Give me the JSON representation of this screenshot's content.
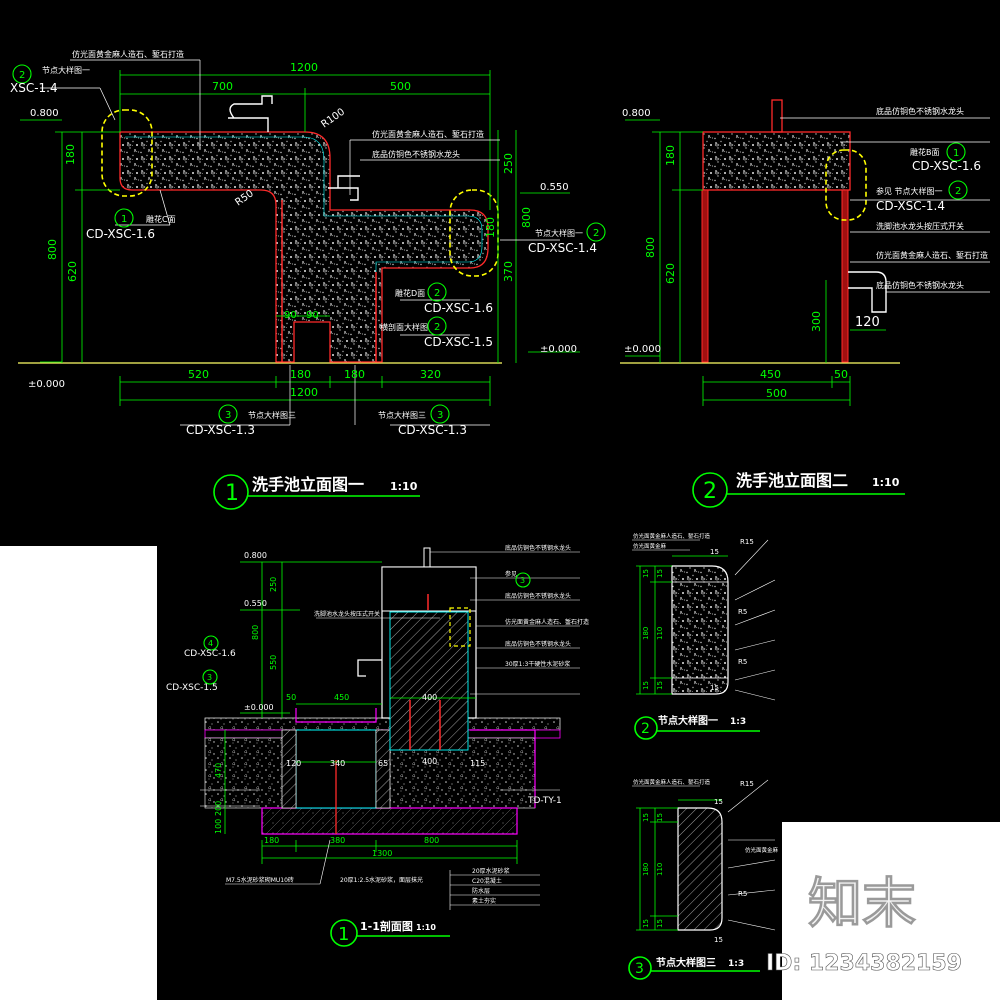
{
  "colors": {
    "background": "#000000",
    "page": "#ffffff",
    "dim": "#00ff00",
    "leader": "#ffffff",
    "pipe": "#ff2a2a",
    "section": "#ff00ff",
    "cyan": "#00ffff"
  },
  "watermark": {
    "logo_text": "知末",
    "id_text": "ID: 1234382159"
  },
  "elevation1": {
    "title": "洗手池立面图一",
    "scale": "1:10",
    "circle_no": "1",
    "dims_top": [
      "1200",
      "700",
      "500"
    ],
    "dims_bottom": [
      "520",
      "180",
      "180",
      "320",
      "1200"
    ],
    "dims_left": [
      "180",
      "800",
      "620"
    ],
    "dims_right": [
      "250",
      "180",
      "370",
      "800"
    ],
    "dims_mid": [
      "90",
      "90"
    ],
    "radius_labels": [
      "R100",
      "R50"
    ],
    "levels": [
      "0.800",
      "0.550",
      "±0.000",
      "±0.000"
    ],
    "notes": [
      "仿光面黄金麻人造石、錾石打造",
      "仿光面黄金麻人造石、錾石打造",
      "底品仿铜色不锈钢水龙头"
    ],
    "refs": [
      {
        "top": "节点大样图一",
        "no": "2",
        "code": "XSC-1.4"
      },
      {
        "top": "雕花C面",
        "no": "1",
        "code": "CD-XSC-1.6"
      },
      {
        "top": "节点大样图一",
        "no": "2",
        "code": "CD-XSC-1.4"
      },
      {
        "top": "雕花D面",
        "no": "2",
        "code": "CD-XSC-1.6"
      },
      {
        "top": "横剖面大样图",
        "no": "2",
        "code": "CD-XSC-1.5"
      },
      {
        "top": "节点大样图三",
        "no": "3",
        "code": "CD-XSC-1.3"
      },
      {
        "top": "节点大样图三",
        "no": "3",
        "code": "CD-XSC-1.3"
      }
    ]
  },
  "elevation2": {
    "title": "洗手池立面图二",
    "scale": "1:10",
    "circle_no": "2",
    "dims": [
      "180",
      "800",
      "620",
      "300",
      "120",
      "450",
      "50",
      "500"
    ],
    "levels": [
      "0.800",
      "±0.000"
    ],
    "notes": [
      "底品仿铜色不锈钢水龙头",
      "仿光面黄金麻人造石、錾石打造",
      "底品仿铜色不锈钢水龙头"
    ],
    "refs": [
      {
        "top": "雕花B面",
        "no": "1",
        "code": "CD-XSC-1.6"
      },
      {
        "top": "参见 节点大样图一",
        "no": "2",
        "code": "CD-XSC-1.4"
      },
      {
        "top": "洗脚池水龙头按压式开关",
        "no": "",
        "code": ""
      }
    ]
  },
  "section": {
    "title": "1-1剖面图",
    "scale": "1:10",
    "circle_no": "1",
    "levels": [
      "0.800",
      "0.550",
      "±0.000"
    ],
    "dims": [
      "250",
      "800",
      "550",
      "450",
      "400",
      "400",
      "340",
      "120",
      "65",
      "115",
      "180",
      "1300",
      "380",
      "800",
      "470",
      "200",
      "100",
      "50"
    ],
    "refs": [
      {
        "top": "",
        "no": "4",
        "code": "CD-XSC-1.6"
      },
      {
        "top": "",
        "no": "3",
        "code": "CD-XSC-1.5"
      },
      {
        "top": "",
        "no": "3",
        "code": ""
      }
    ],
    "tag": "TD-TY-1",
    "notes": [
      "底品仿铜色不锈钢水龙头",
      "参见",
      "底品仿铜色不锈钢水龙头",
      "洗脚池水龙头按压式开关",
      "仿光面黄金麻人造石、錾石打造",
      "底品仿铜色不锈钢水龙头",
      "30厚1:3干硬性水泥砂浆",
      "20厚水泥砂浆",
      "C20混凝土",
      "素土夯实",
      "M7.5水泥砂浆砌MU10砖",
      "防水层",
      "20厚1:2.5水泥砂浆，面层抹光"
    ]
  },
  "detail1": {
    "title": "节点大样图一",
    "scale": "1:3",
    "circle_no": "2",
    "dims": [
      "15",
      "15",
      "R15",
      "15",
      "110",
      "180",
      "15",
      "15",
      "R5",
      "15",
      "R5"
    ],
    "notes": [
      "仿光面黄金麻人造石、錾石打造",
      "仿光面黄金麻"
    ]
  },
  "detail3": {
    "title": "节点大样图三",
    "scale": "1:3",
    "circle_no": "3",
    "dims": [
      "R15",
      "15",
      "15",
      "15",
      "15",
      "180",
      "110",
      "15",
      "15",
      "R5"
    ],
    "notes": [
      "仿光面黄金麻人造石、錾石打造",
      "仿光面黄金麻"
    ]
  }
}
